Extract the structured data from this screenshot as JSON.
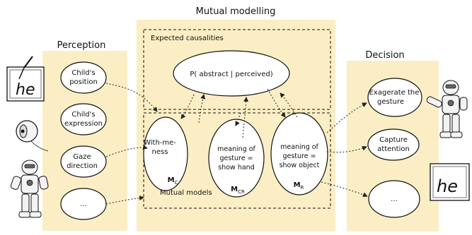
{
  "titles": {
    "mutual_modelling": "Mutual modelling",
    "perception": "Perception",
    "decision": "Decision",
    "expected_causalities": "Expected causalities",
    "mutual_models": "Mutual models"
  },
  "causality": {
    "label": "P( abstract | perceived)"
  },
  "perception_nodes": [
    {
      "lines": [
        "Child's",
        "position"
      ]
    },
    {
      "lines": [
        "Child's",
        "expression"
      ]
    },
    {
      "lines": [
        "Gaze",
        "direction"
      ]
    },
    {
      "lines": [
        "…"
      ]
    }
  ],
  "model_nodes": [
    {
      "lines": [
        "With-me-",
        "ness"
      ],
      "symbol": "M",
      "subscript": "C"
    },
    {
      "lines": [
        "meaning of",
        "gesture =",
        "show hand"
      ],
      "symbol": "M",
      "subscript": "CR"
    },
    {
      "lines": [
        "meaning of",
        "gesture =",
        "show object"
      ],
      "symbol": "M",
      "subscript": "R"
    }
  ],
  "decision_nodes": [
    {
      "lines": [
        "Exagerate the",
        "gesture"
      ]
    },
    {
      "lines": [
        "Capture",
        "attention"
      ]
    },
    {
      "lines": [
        "…"
      ]
    }
  ],
  "handwriting": {
    "left": "he",
    "right": "he"
  },
  "colors": {
    "panel": "#fbeec4",
    "stroke": "#111111"
  }
}
